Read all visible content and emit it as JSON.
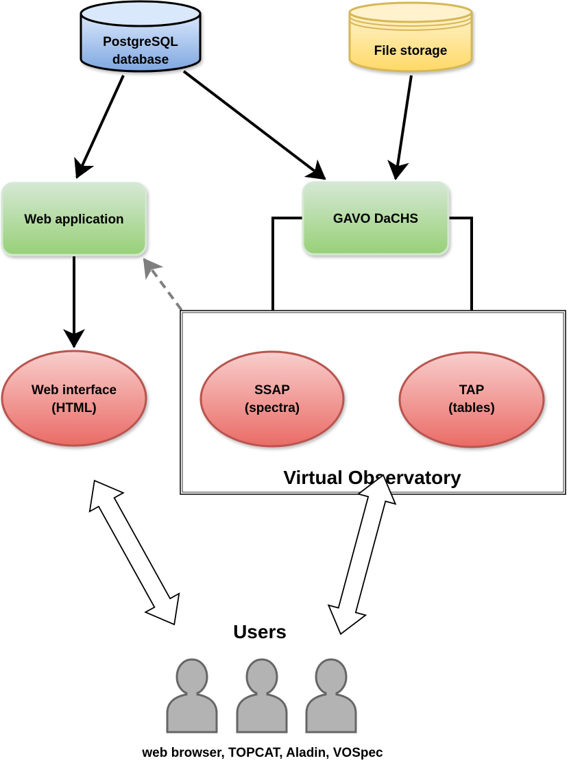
{
  "nodes": {
    "postgres": {
      "line1": "PostgreSQL",
      "line2": "database",
      "fill": "#7ea6e0"
    },
    "file_storage": {
      "label": "File storage",
      "fill": "#ffd966"
    },
    "web_app": {
      "label": "Web application",
      "fill": "#97d077"
    },
    "dachs": {
      "label": "GAVO DaCHS",
      "fill": "#97d077"
    },
    "web_interface": {
      "line1": "Web interface",
      "line2": "(HTML)",
      "fill": "#ea6b66"
    },
    "ssap": {
      "line1": "SSAP",
      "line2": "(spectra)",
      "fill": "#ea6b66"
    },
    "tap": {
      "line1": "TAP",
      "line2": "(tables)",
      "fill": "#ea6b66"
    }
  },
  "group": {
    "label": "Virtual Observatory"
  },
  "users": {
    "title": "Users",
    "clients": "web browser, TOPCAT, Aladin, VOSpec",
    "icon_count": 3
  },
  "colors": {
    "db_blue": "#7ea6e0",
    "storage_yellow": "#ffd966",
    "app_green": "#97d077",
    "service_red": "#ea6b66",
    "user_gray": "#b3b3b3"
  }
}
